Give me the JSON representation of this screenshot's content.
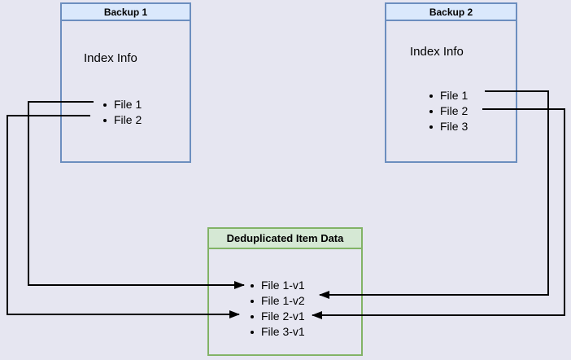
{
  "diagram": {
    "background_color": "#e6e6f1",
    "arrow_color": "#000000",
    "boxes": {
      "backup1": {
        "title": "Backup 1",
        "subtitle": "Index Info",
        "items": [
          "File 1",
          "File 2"
        ],
        "header_fill": "#dae8fc",
        "border_color": "#6c8ebf"
      },
      "backup2": {
        "title": "Backup 2",
        "subtitle": "Index Info",
        "items": [
          "File 1",
          "File 2",
          "File 3"
        ],
        "header_fill": "#dae8fc",
        "border_color": "#6c8ebf"
      },
      "dedup": {
        "title": "Deduplicated Item Data",
        "items": [
          "File 1-v1",
          "File 1-v2",
          "File 2-v1",
          "File 3-v1"
        ],
        "header_fill": "#d5e8d4",
        "border_color": "#82b366"
      }
    },
    "connections": [
      {
        "from": "Backup 1 : File 1",
        "to": "Deduplicated Item Data : File 1-v1"
      },
      {
        "from": "Backup 1 : File 2",
        "to": "Deduplicated Item Data : File 2-v1"
      },
      {
        "from": "Backup 2 : File 1",
        "to": "Deduplicated Item Data : File 1-v2"
      },
      {
        "from": "Backup 2 : File 2",
        "to": "Deduplicated Item Data : File 2-v1"
      }
    ]
  }
}
